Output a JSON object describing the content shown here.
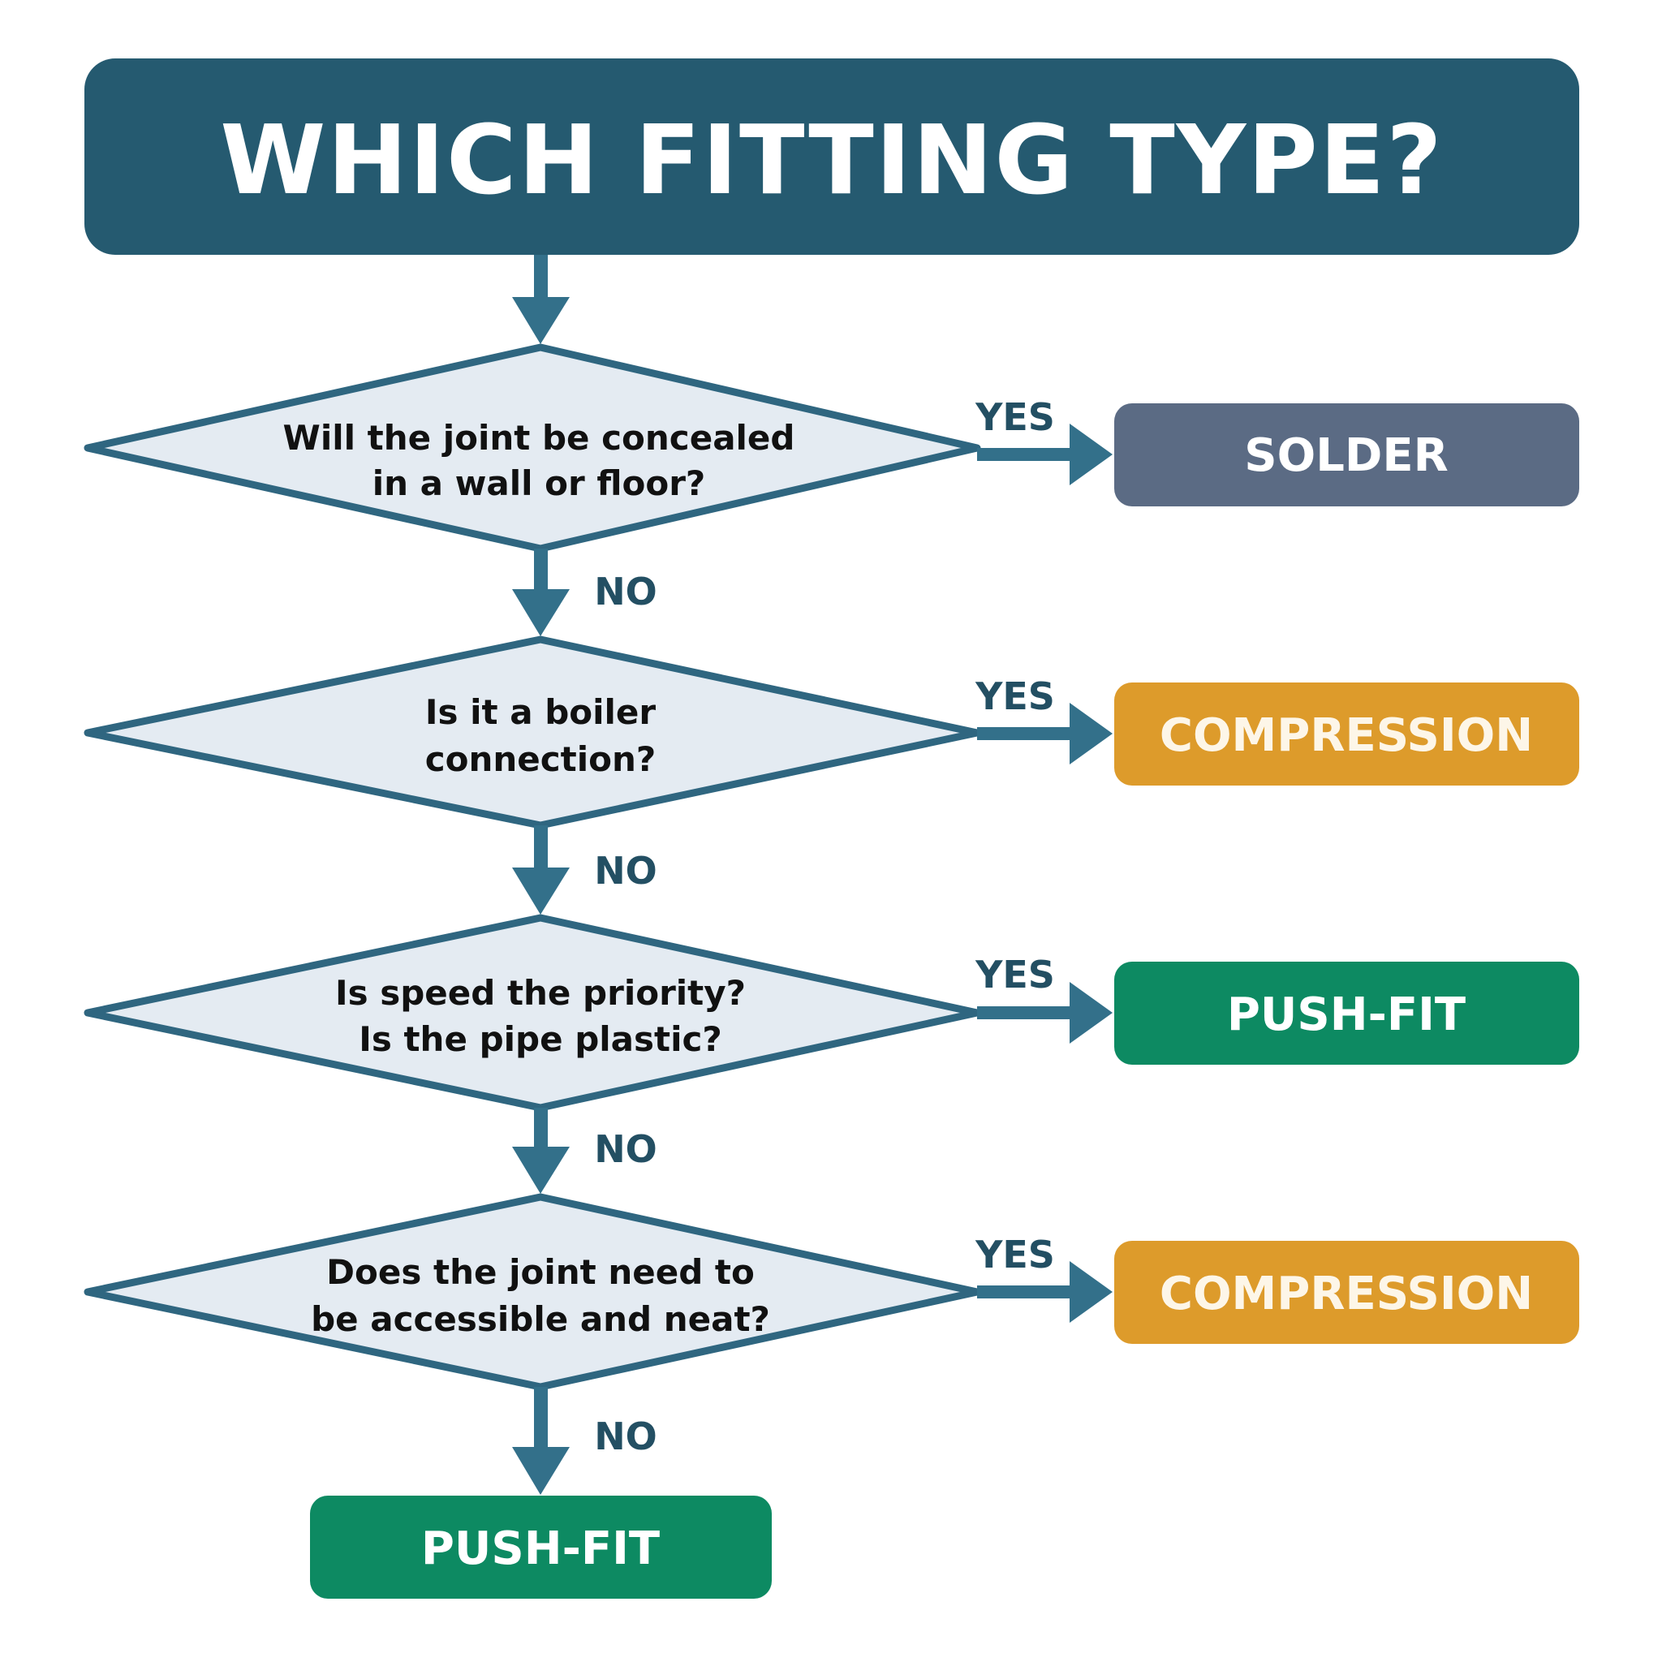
{
  "header": {
    "title": "WHICH FITTING TYPE?"
  },
  "colors": {
    "header_bg": "#255a70",
    "connector": "#33708a",
    "diamond_fill": "#e4ebf2",
    "diamond_border": "#2f6680",
    "label_text": "#234f63",
    "solder": "#5b6b84",
    "compression": "#dd9b2b",
    "push_fit": "#0d8a62"
  },
  "questions": [
    {
      "line1": "Will the joint be concealed",
      "line2": "in a wall or floor?",
      "yes_label": "YES",
      "no_label": "NO",
      "result": "SOLDER"
    },
    {
      "line1": "Is it a boiler",
      "line2": "connection?",
      "yes_label": "YES",
      "no_label": "NO",
      "result": "COMPRESSION"
    },
    {
      "line1": "Is speed the priority?",
      "line2": "Is the pipe plastic?",
      "yes_label": "YES",
      "no_label": "NO",
      "result": "PUSH-FIT"
    },
    {
      "line1": "Does the joint need to",
      "line2": "be accessible and neat?",
      "yes_label": "YES",
      "no_label": "NO",
      "result": "COMPRESSION"
    }
  ],
  "final_result": "PUSH-FIT"
}
